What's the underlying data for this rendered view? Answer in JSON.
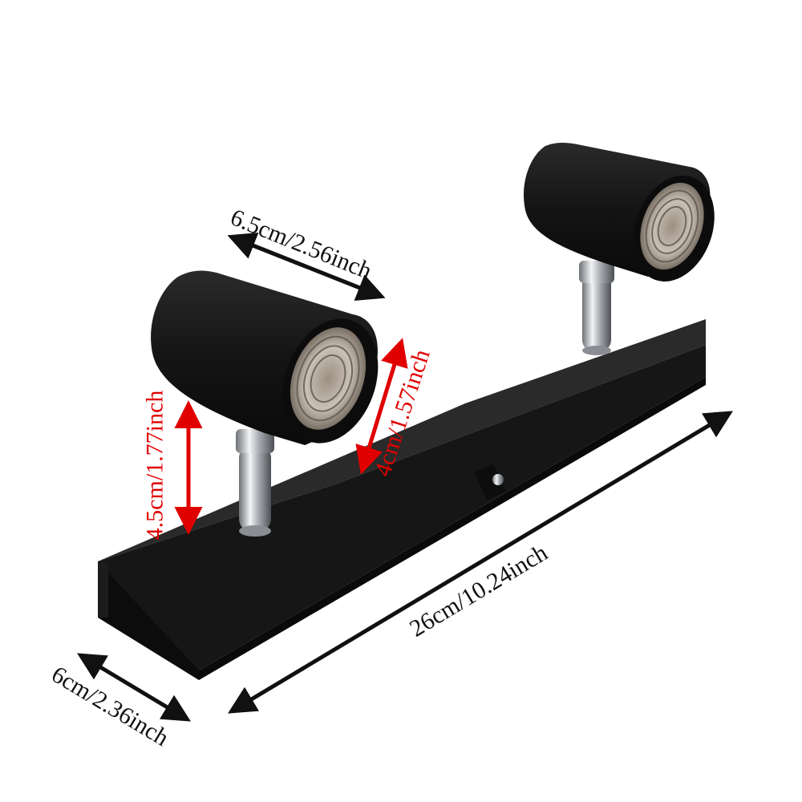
{
  "image": {
    "subject": "Twin spotlight ceiling fixture",
    "colors": {
      "background": "#ffffff",
      "fixture_body": "#161616",
      "chrome": "#b8bcc0",
      "dimension_black": "#111111",
      "dimension_red": "#e00000"
    }
  },
  "dimensions": {
    "shade_length": "6.5cm/2.56inch",
    "shade_height_left": "4.5cm/1.77inch",
    "shade_diameter": "4cm/1.57inch",
    "base_length": "26cm/10.24inch",
    "base_width": "6cm/2.36inch"
  }
}
